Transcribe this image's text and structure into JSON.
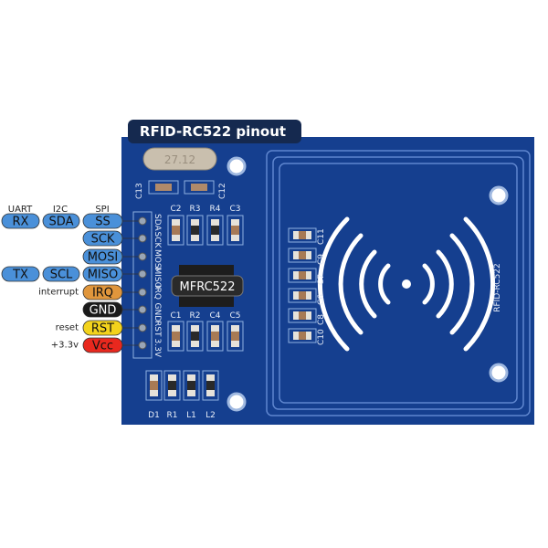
{
  "title": "RFID-RC522 pinout",
  "chip_label": "MFRC522",
  "board_label": "RFID-RC522",
  "crystal_label": "27.12",
  "column_headers": {
    "uart": "UART",
    "i2c": "I2C",
    "spi": "SPI"
  },
  "pins": [
    {
      "spi": "SS",
      "i2c": "SDA",
      "uart": "RX",
      "silk": "SDA",
      "color": "#4a90d9"
    },
    {
      "spi": "SCK",
      "silk": "SCK",
      "color": "#4a90d9"
    },
    {
      "spi": "MOSI",
      "silk": "MOSI",
      "color": "#4a90d9"
    },
    {
      "spi": "MISO",
      "i2c": "SCL",
      "uart": "TX",
      "silk": "MISO",
      "color": "#4a90d9"
    },
    {
      "spi": "IRQ",
      "note": "interrupt",
      "silk": "IRQ",
      "color": "#e0963c"
    },
    {
      "spi": "GND",
      "silk": "GND",
      "color": "#1a1a1a"
    },
    {
      "spi": "RST",
      "note": "reset",
      "silk": "RST",
      "color": "#f3d31c"
    },
    {
      "spi": "Vcc",
      "note": "+3.3v",
      "silk": "3.3V",
      "color": "#e8281e"
    }
  ],
  "components": {
    "top": [
      "C2",
      "R3",
      "R4",
      "C3"
    ],
    "middle": [
      "C1",
      "R2",
      "C4",
      "C5"
    ],
    "bottom": [
      "D1",
      "R1",
      "L1",
      "L2"
    ],
    "crystal_caps": [
      "C13",
      "C12"
    ],
    "antenna_caps": [
      "C11",
      "C9",
      "C7",
      "C6",
      "C8",
      "C10"
    ]
  },
  "colors": {
    "board": "#153f8f",
    "silkscreen": "#8fb0e0",
    "title_bg": "#15294f"
  }
}
